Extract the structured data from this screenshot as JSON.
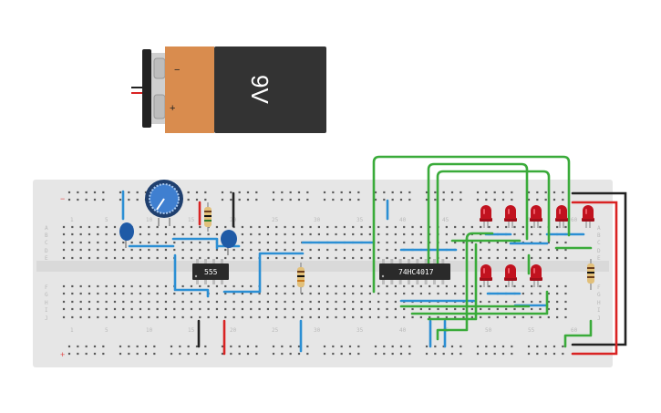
{
  "battery": {
    "voltage_label": "9V",
    "minus_label": "−",
    "plus_label": "+"
  },
  "breadboard": {
    "column_numbers": [
      "1",
      "5",
      "10",
      "15",
      "20",
      "25",
      "30",
      "35",
      "40",
      "45",
      "50",
      "55",
      "60"
    ],
    "row_letters_top": [
      "A",
      "B",
      "C",
      "D",
      "E"
    ],
    "row_letters_bottom": [
      "F",
      "G",
      "H",
      "I",
      "J"
    ],
    "rail_minus": "−",
    "rail_plus": "+"
  },
  "chips": [
    {
      "label": "555"
    },
    {
      "label": "74HC4017"
    }
  ],
  "colors": {
    "board": "#e6e6e6",
    "hole": "#5a5a5a",
    "wire_blue": "#2b8fd4",
    "wire_green": "#3aab3a",
    "wire_red": "#d92323",
    "wire_black": "#222222",
    "led": "#c1121f",
    "capacitor": "#1f5aa6",
    "battery_orange": "#d98c4e",
    "battery_dark": "#333333"
  }
}
